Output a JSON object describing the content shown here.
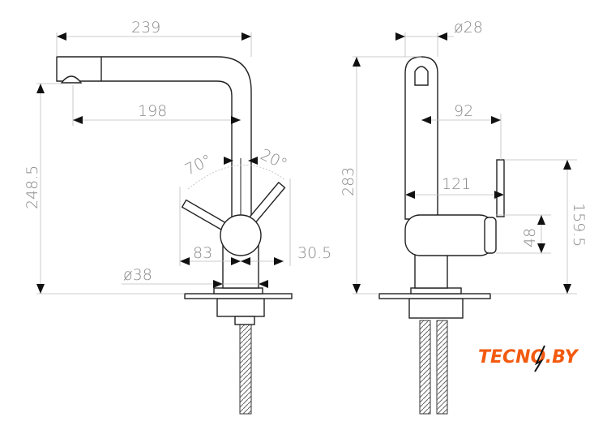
{
  "front_view": {
    "width_total": "239",
    "spout_reach": "198",
    "height_spout": "248.5",
    "lever_angle_left": "70°",
    "lever_angle_right": "20°",
    "lever_left_offset": "83",
    "lever_right_offset": "30.5",
    "base_diameter": "ø38"
  },
  "side_view": {
    "spout_diameter": "ø28",
    "height_total": "283",
    "lever_reach": "92",
    "body_depth": "121",
    "lever_height": "159.5",
    "body_height": "48"
  },
  "watermark": {
    "text": "TECNO.BY",
    "color": "#f25a0f"
  }
}
